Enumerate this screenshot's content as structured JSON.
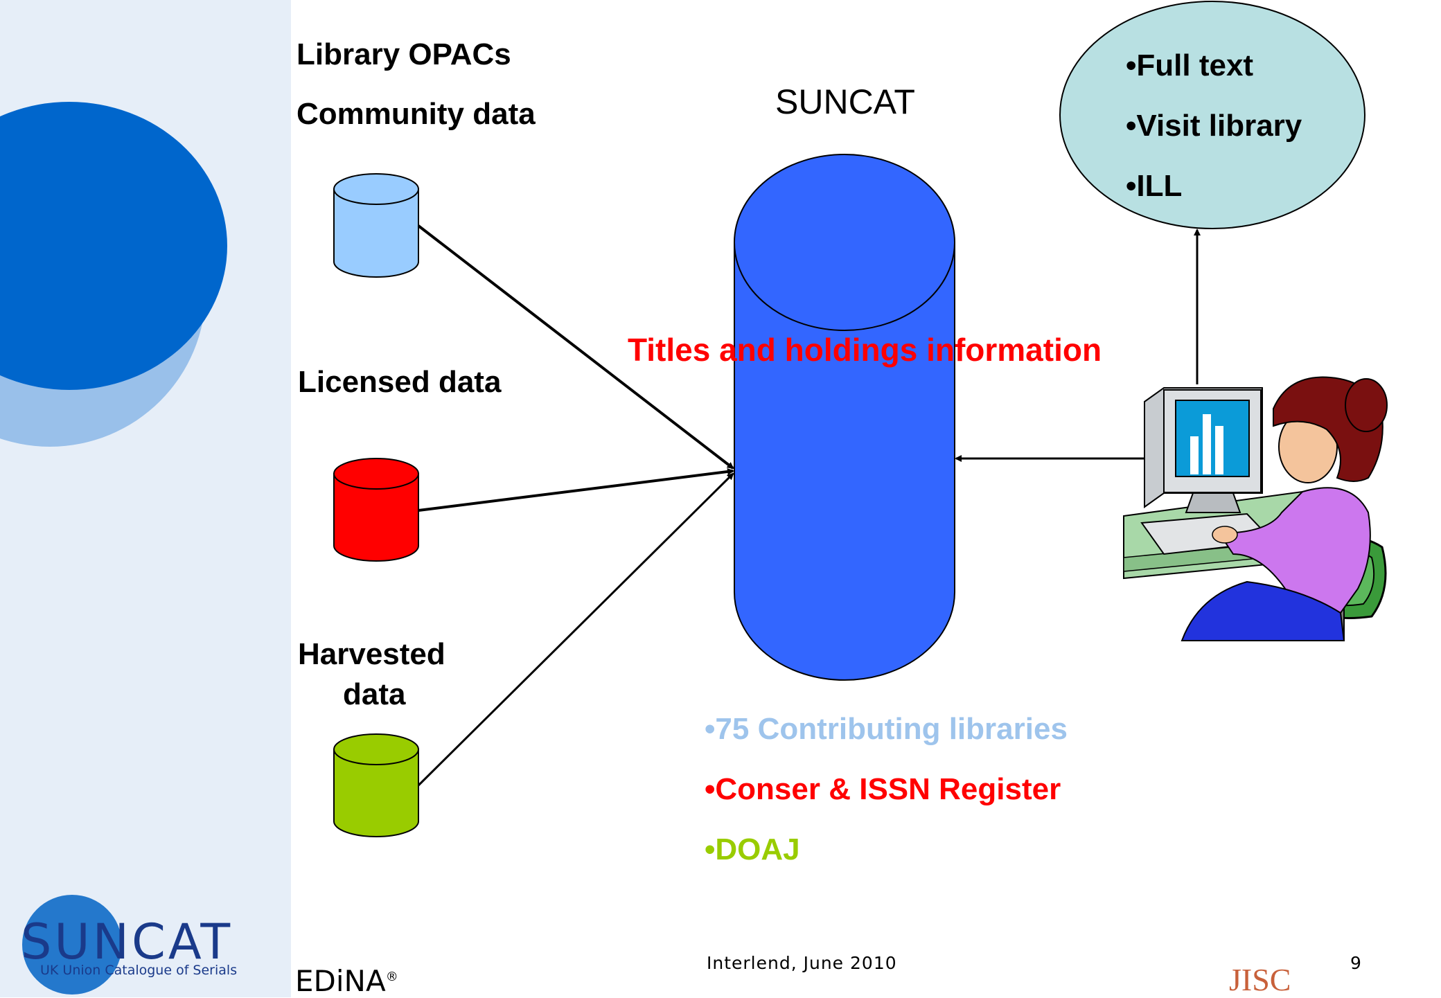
{
  "sources": {
    "library_opacs": "Library OPACs",
    "community_data": "Community data",
    "licensed_data": "Licensed data",
    "harvested_data_line1": "Harvested",
    "harvested_data_line2": "data"
  },
  "center": {
    "title": "SUNCAT",
    "titles_holdings": "Titles and holdings information"
  },
  "services": {
    "items": [
      "•Full text",
      "•Visit library",
      "•ILL"
    ]
  },
  "contributors": {
    "items": [
      "•75 Contributing libraries",
      "•Conser & ISSN Register",
      "•DOAJ"
    ],
    "colors": [
      "#9ec4ec",
      "#ff0000",
      "#99cc00"
    ]
  },
  "footer": {
    "logo_main": "SUNCAT",
    "logo_sub": "UK Union Catalogue of Serials",
    "edina": "EDiNA",
    "edina_reg": "®",
    "event": "Interlend, June 2010",
    "page_number": "9",
    "jisc": "JISC"
  },
  "colors": {
    "sidebar": "#e6eef8",
    "circle_dark": "#0066cc",
    "circle_light": "#99c0ea",
    "cylinder": "#3366ff",
    "opac_db": "#99ccff",
    "licensed_db": "#ff0000",
    "harvested_db": "#99cc00",
    "bubble": "#b8e0e2"
  }
}
